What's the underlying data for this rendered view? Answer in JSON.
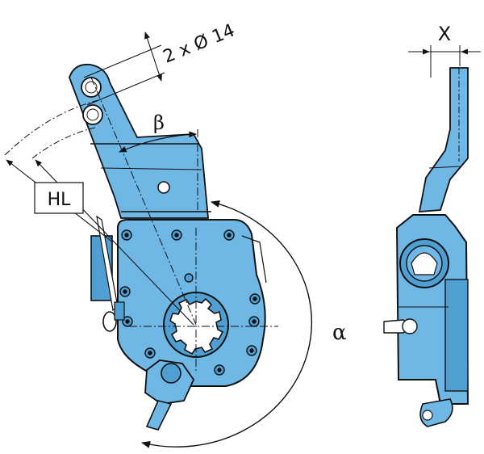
{
  "labels": {
    "holes": "2 x Ø 14",
    "beta": "β",
    "alpha": "α",
    "hl": "HL",
    "x": "X"
  },
  "colors": {
    "part_fill": "#6fb8e6",
    "part_fill_dark": "#4f9fd3",
    "outline": "#111111",
    "background": "#ffffff"
  }
}
